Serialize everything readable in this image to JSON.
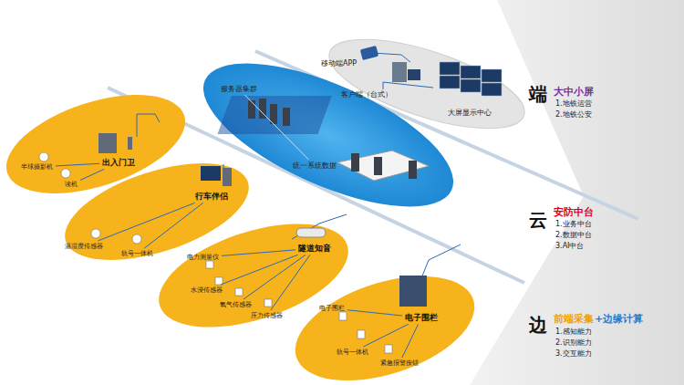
{
  "diagram": {
    "nodes": [
      {
        "text": [
          "移动端APP"
        ]
      },
      {
        "text": [
          "客户端（台式）"
        ]
      },
      {
        "text": [
          "大屏显示中心"
        ]
      },
      {
        "text": [
          "服务器集群"
        ]
      },
      {
        "text": [
          "统一系统数据"
        ]
      },
      {
        "text": [
          "出入门卫"
        ]
      },
      {
        "text": [
          "半球摄影机"
        ]
      },
      {
        "text": [
          "读机"
        ]
      },
      {
        "text": [
          "行车伴侣"
        ]
      },
      {
        "text": [
          "温湿度传感器"
        ]
      },
      {
        "text": [
          "轨号一体机"
        ]
      },
      {
        "text": [
          "隧道知音"
        ]
      },
      {
        "text": [
          "电力测量仪"
        ]
      },
      {
        "text": [
          "水浸传感器"
        ]
      },
      {
        "text": [
          "氧气传感器"
        ]
      },
      {
        "text": [
          "压力传感器"
        ]
      },
      {
        "text": [
          "电子围栏"
        ]
      },
      {
        "text": [
          "电子围栏"
        ]
      },
      {
        "text": [
          "轨号一体机"
        ]
      },
      {
        "text": [
          "紧急报警按钮"
        ]
      }
    ],
    "edges": [
      {
        "from": 6,
        "to": 5,
        "arrow": "none"
      },
      {
        "from": 7,
        "to": 5,
        "arrow": "none"
      },
      {
        "from": 9,
        "to": 8,
        "arrow": "none"
      },
      {
        "from": 10,
        "to": 8,
        "arrow": "none"
      },
      {
        "from": 12,
        "to": 11,
        "arrow": "none"
      },
      {
        "from": 13,
        "to": 11,
        "arrow": "none"
      },
      {
        "from": 14,
        "to": 11,
        "arrow": "none"
      },
      {
        "from": 15,
        "to": 11,
        "arrow": "none"
      },
      {
        "from": 17,
        "to": 16,
        "arrow": "none"
      },
      {
        "from": 18,
        "to": 16,
        "arrow": "none"
      },
      {
        "from": 19,
        "to": 16,
        "arrow": "none"
      },
      {
        "from": 3,
        "to": 4,
        "arrow": "none"
      }
    ],
    "labels": [
      "端",
      "大中小屏",
      "1.地铁运营",
      "2.地铁公安",
      "云",
      "安防中台",
      "1.业务中台",
      "2.数据中台",
      "3.AI中台",
      "边",
      "前端采集",
      "+边缘计算",
      "1.感知能力",
      "2.识别能力",
      "3.交互能力"
    ]
  }
}
